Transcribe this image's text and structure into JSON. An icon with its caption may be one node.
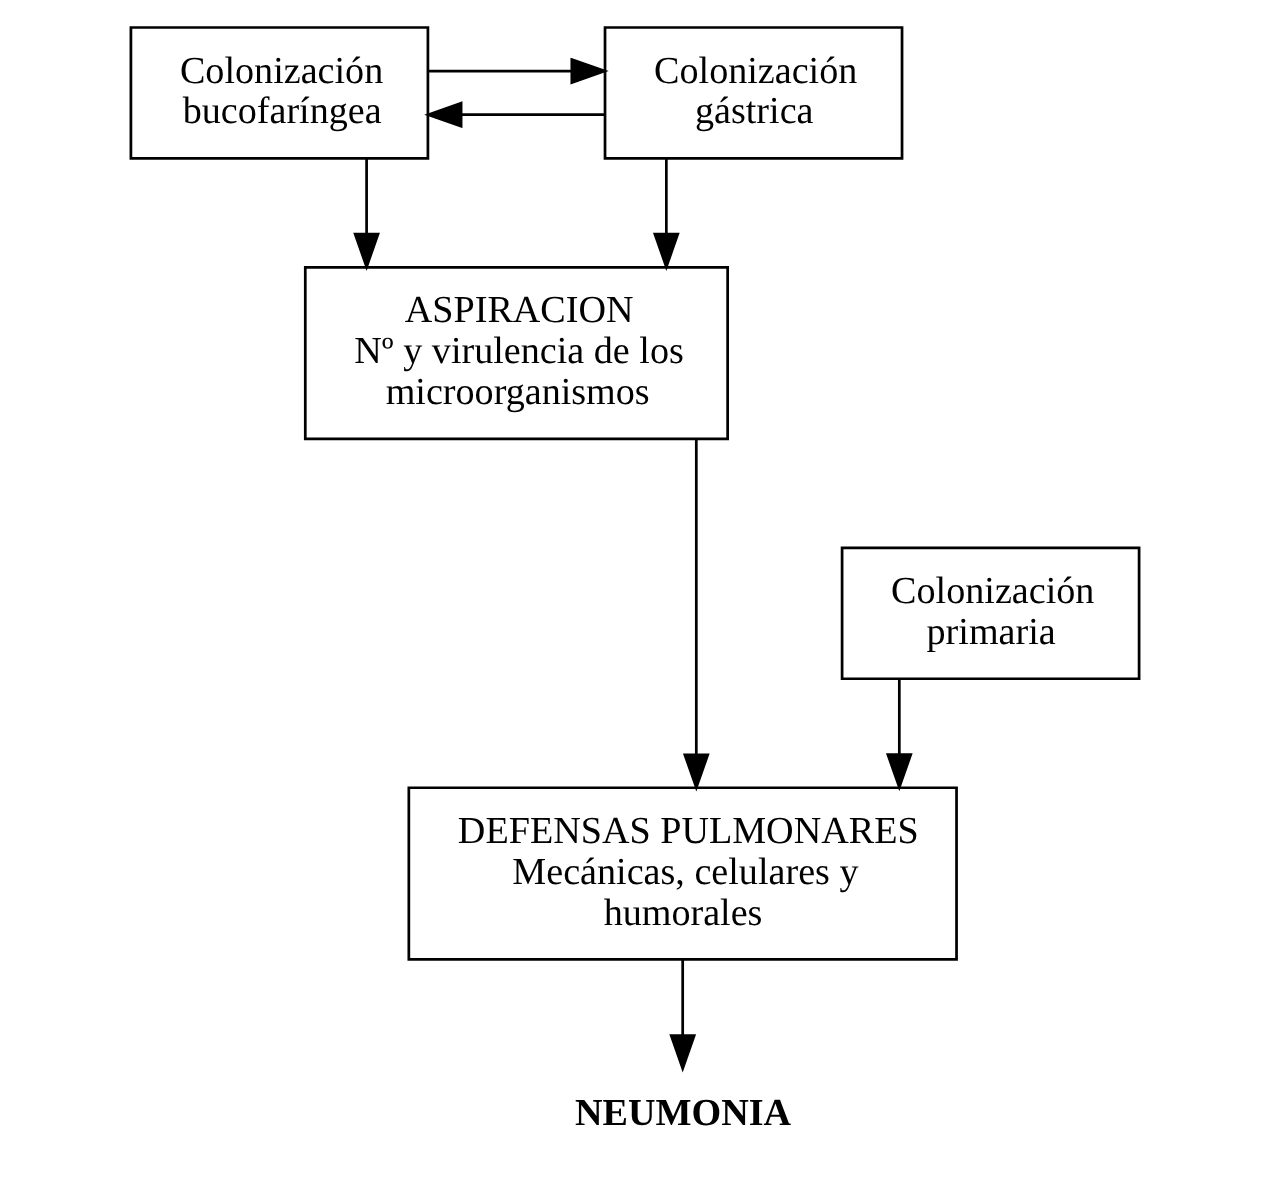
{
  "diagram": {
    "nodes": [
      {
        "text": [
          "Colonización bucofaríngea"
        ]
      },
      {
        "text": [
          "Colonización gástrica"
        ]
      },
      {
        "text": [
          "ASPIRACION",
          "Nº y virulencia de los microorganismos"
        ]
      },
      {
        "text": [
          "Colonización primaria"
        ]
      },
      {
        "text": [
          "DEFENSAS PULMONARES",
          "Mecánicas, celulares y humorales"
        ]
      },
      {
        "text": [
          "NEUMONIA"
        ]
      }
    ],
    "edges": [
      {
        "from": 0,
        "to": 1,
        "arrow": "to"
      },
      {
        "from": 1,
        "to": 0,
        "arrow": "to"
      },
      {
        "from": 0,
        "to": 2,
        "arrow": "to"
      },
      {
        "from": 1,
        "to": 2,
        "arrow": "to"
      },
      {
        "from": 2,
        "to": 4,
        "arrow": "to"
      },
      {
        "from": 3,
        "to": 4,
        "arrow": "to"
      },
      {
        "from": 4,
        "to": 5,
        "arrow": "to"
      }
    ]
  }
}
